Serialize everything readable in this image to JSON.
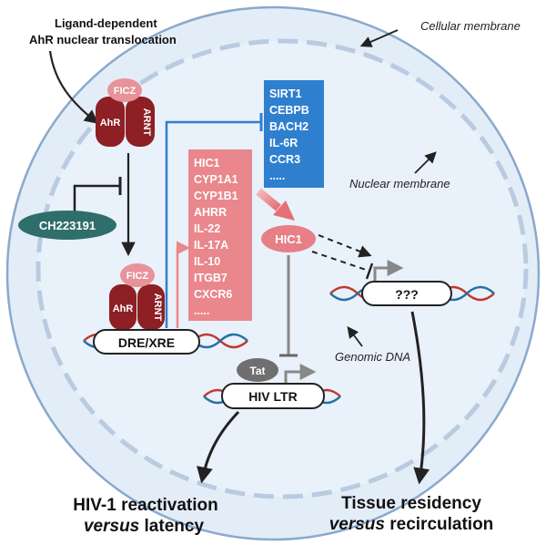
{
  "labels": {
    "ligand_line1": "Ligand-dependent",
    "ligand_line2": "AhR nuclear translocation",
    "cellular_membrane": "Cellular membrane",
    "nuclear_membrane": "Nuclear membrane",
    "genomic_dna": "Genomic DNA",
    "ch223191": "CH223191",
    "hic1_node": "HIC1",
    "unknown_target": "???",
    "tat": "Tat",
    "hiv_ltr": "HIV LTR",
    "dre_xre": "DRE/XRE",
    "ficz": "FICZ",
    "ahr": "AhR",
    "arnt": "ARNT"
  },
  "blue_genes": [
    "SIRT1",
    "CEBPB",
    "BACH2",
    "IL-6R",
    "CCR3",
    "....."
  ],
  "pink_genes": [
    "HIC1",
    "CYP1A1",
    "CYP1B1",
    "AHRR",
    "IL-22",
    "IL-17A",
    "IL-10",
    "ITGB7",
    "CXCR6",
    "....."
  ],
  "outcomes": {
    "left_line1": "HIV-1 reactivation",
    "left_versus": "versus",
    "left_rest": " latency",
    "right_line1": "Tissue residency",
    "right_versus": "versus",
    "right_rest": " recirculation"
  },
  "colors": {
    "cell_fill": "#e3edf8",
    "cell_stroke": "#8aa9cc",
    "ahr_dark": "#8e1f24",
    "ficz_pink": "#e8929a",
    "blue_box": "#2f7fcf",
    "pink_box": "#e9878c",
    "teal": "#2f6e6b",
    "hic1_node": "#e77f86",
    "tat_gray": "#6f6f6f"
  }
}
